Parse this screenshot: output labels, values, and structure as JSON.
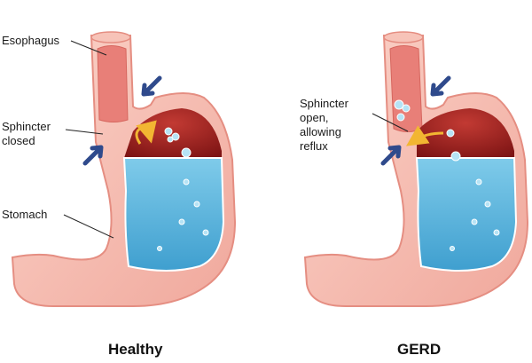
{
  "healthy": {
    "caption": "Healthy",
    "labels": {
      "esophagus": "Esophagus",
      "sphincter": "Sphincter\nclosed",
      "stomach": "Stomach"
    }
  },
  "gerd": {
    "caption": "GERD",
    "labels": {
      "sphincter": "Sphincter\nopen,\nallowing\nreflux"
    }
  },
  "colors": {
    "tissue": "#f5b9ae",
    "tissue_edge": "#e9978c",
    "lumen": "#a8201f",
    "acid": "#5fb6dc",
    "arrow": "#2f4a8c"
  }
}
